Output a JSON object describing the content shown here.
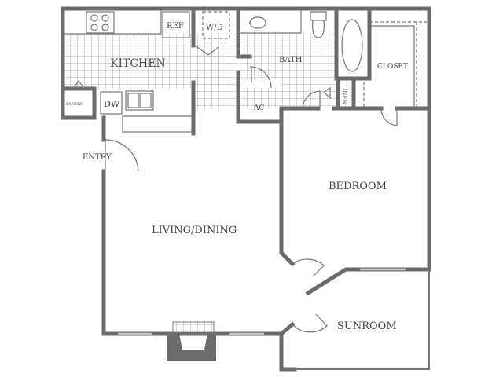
{
  "rooms": {
    "kitchen": "KITCHEN",
    "refrigerator": "REF",
    "washer_dryer": "W/D",
    "bath": "BATH",
    "closet": "CLOSET",
    "pantry": "PANTRY",
    "dishwasher": "DW",
    "ac": "AC",
    "linen": "LINEN",
    "entry": "ENTRY",
    "bedroom": "BEDROOM",
    "living_dining": "LIVING/DINING",
    "sunroom": "SUNROOM"
  },
  "colors": {
    "wall": "#6b6b6b",
    "lines": "#777777"
  }
}
